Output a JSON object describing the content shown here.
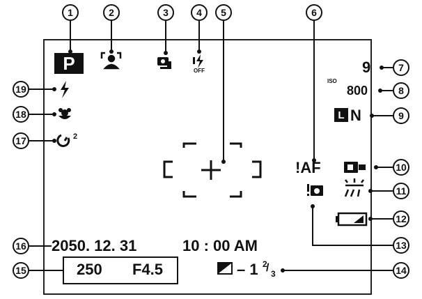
{
  "display": {
    "mode": "P",
    "shots_remaining": "9",
    "iso_label": "ISO",
    "iso_value": "800",
    "quality_size": "L",
    "quality_type": "N",
    "af_warning": "!AF",
    "flash_off_label": "OFF",
    "self_timer_sub": "2",
    "date": "2050. 12. 31",
    "time": "10 : 00 AM",
    "shutter_speed": "250",
    "aperture": "F4.5",
    "exposure_comp": "– 1",
    "exposure_comp_frac_num": "2",
    "exposure_comp_frac_den": "3"
  },
  "callouts": [
    "1",
    "2",
    "3",
    "4",
    "5",
    "6",
    "7",
    "8",
    "9",
    "10",
    "11",
    "12",
    "13",
    "14",
    "15",
    "16",
    "17",
    "18",
    "19"
  ]
}
